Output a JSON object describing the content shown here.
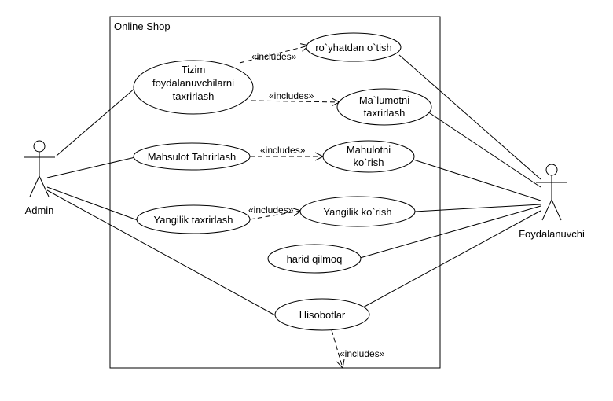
{
  "system": {
    "title": "Online Shop"
  },
  "actors": {
    "admin": "Admin",
    "user": "Foydalanuvchi"
  },
  "use_cases": {
    "tizim": [
      "Tizim",
      "foydalanuvchilarni",
      "taxrirlash"
    ],
    "royhat": "ro`yhatdan o`tish",
    "malumot": [
      "Ma`lumotni",
      "taxrirlash"
    ],
    "mahsulot_tahrir": "Mahsulot Tahrirlash",
    "mahsulot_korish": [
      "Mahulotni",
      "ko`rish"
    ],
    "yangilik_tax": "Yangilik taxrirlash",
    "yangilik_kor": "Yangilik ko`rish",
    "harid": "harid qilmoq",
    "hisobot": "Hisobotlar"
  },
  "relations": {
    "includes": "«includes»"
  }
}
